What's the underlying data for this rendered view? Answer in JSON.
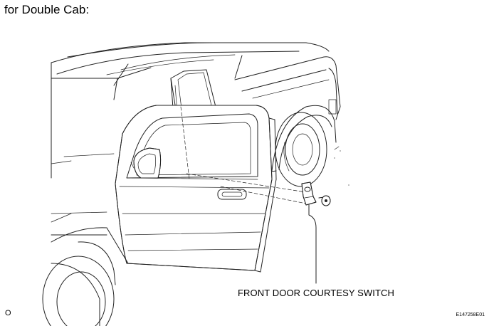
{
  "heading": "for Double Cab:",
  "callout": "FRONT DOOR COURTESY SWITCH",
  "corner_mark": "O",
  "figure_id": "E147258E01"
}
